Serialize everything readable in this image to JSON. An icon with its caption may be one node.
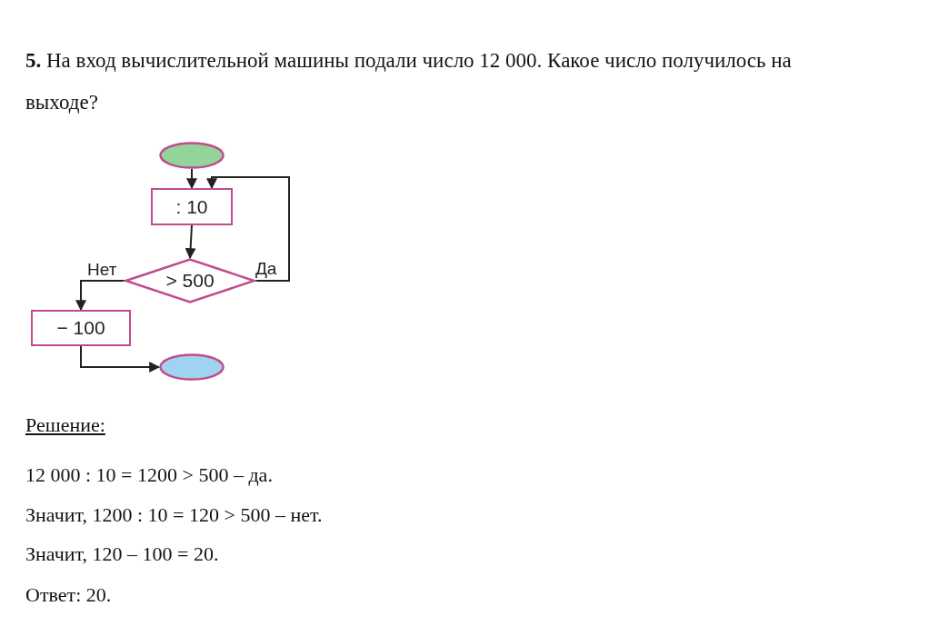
{
  "diagram": {
    "title": "**5.** На вход вычислительной машины подали число 12 000. Какое число получилось на выходе?",
    "nodes": [
      {
        "text": [],
        "shape": "ellipse"
      },
      {
        "text": [
          ": 10"
        ]
      },
      {
        "text": [
          "> 500"
        ]
      },
      {
        "text": [
          "− 100"
        ]
      },
      {
        "text": [],
        "shape": "ellipse"
      }
    ],
    "edges": [
      {
        "from": 0,
        "to": 1,
        "arrow": "to"
      },
      {
        "from": 1,
        "to": 2,
        "arrow": "to"
      },
      {
        "from": 2,
        "to": 1,
        "arrow": "to",
        "label": "Да"
      },
      {
        "from": 2,
        "to": 3,
        "arrow": "to",
        "label": "Нет"
      },
      {
        "from": 3,
        "to": 4,
        "arrow": "to"
      }
    ],
    "labels": [
      "Решение:",
      "12 000 : 10 = 1200 > 500 – да.",
      "Значит, 1200 : 10 = 120 > 500 – нет.",
      "Значит, 120 – 100 = 20.",
      "Ответ: 20."
    ]
  }
}
